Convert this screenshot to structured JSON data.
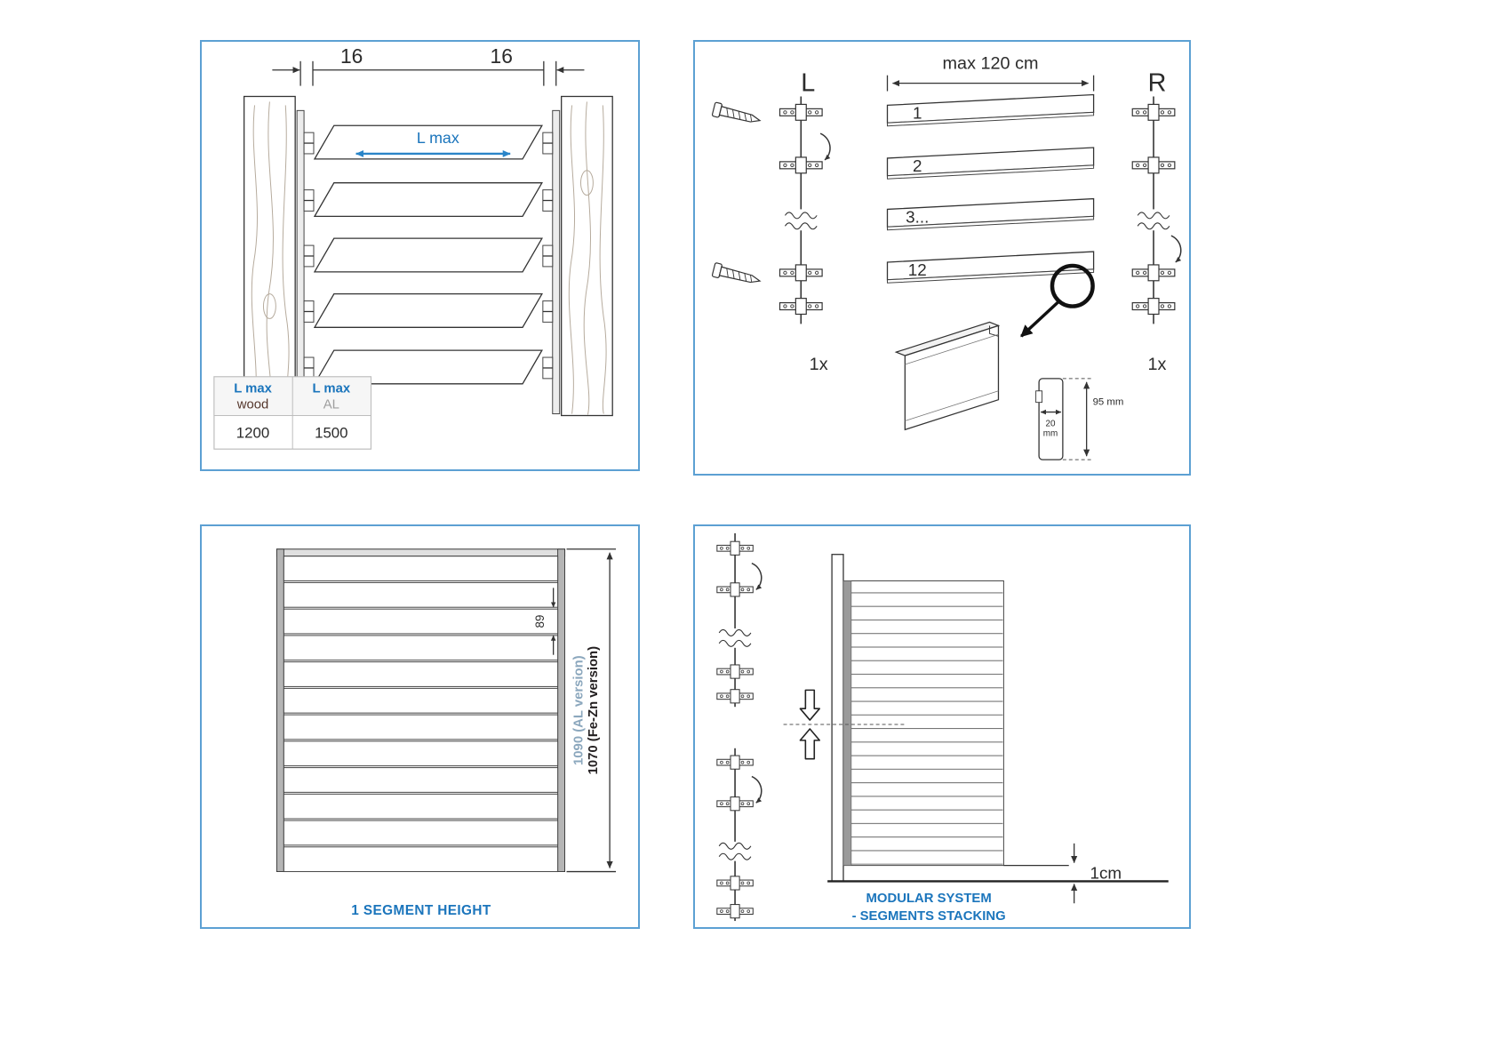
{
  "panel1": {
    "dim_left": "16",
    "dim_right": "16",
    "slat_label": "L max",
    "table": {
      "col1_top": "L max",
      "col1_bottom": "wood",
      "col2_top": "L max",
      "col2_bottom": "AL",
      "val_wood": "1200",
      "val_al": "1500"
    }
  },
  "panel2": {
    "left_marker": "L",
    "right_marker": "R",
    "width_dim": "max 120 cm",
    "slats": [
      "1",
      "2",
      "3...",
      "12"
    ],
    "left_qty": "1x",
    "right_qty": "1x",
    "profile_width_line1": "20",
    "profile_width_line2": "mm",
    "profile_height": "95 mm"
  },
  "panel3": {
    "slat_dim": "89",
    "height_al": "1090 (AL version)",
    "height_fezn": "1070 (Fe-Zn version)",
    "caption": "1 SEGMENT HEIGHT"
  },
  "panel4": {
    "gap_dim": "1cm",
    "caption_line1": "MODULAR SYSTEM",
    "caption_line2": "- SEGMENTS STACKING"
  },
  "colors": {
    "accent_blue": "#1b75bc",
    "dim_arrow_blue": "#2a85c8",
    "panel_border": "#5ca0d3",
    "al_label_blue": "#8ba7bd"
  }
}
